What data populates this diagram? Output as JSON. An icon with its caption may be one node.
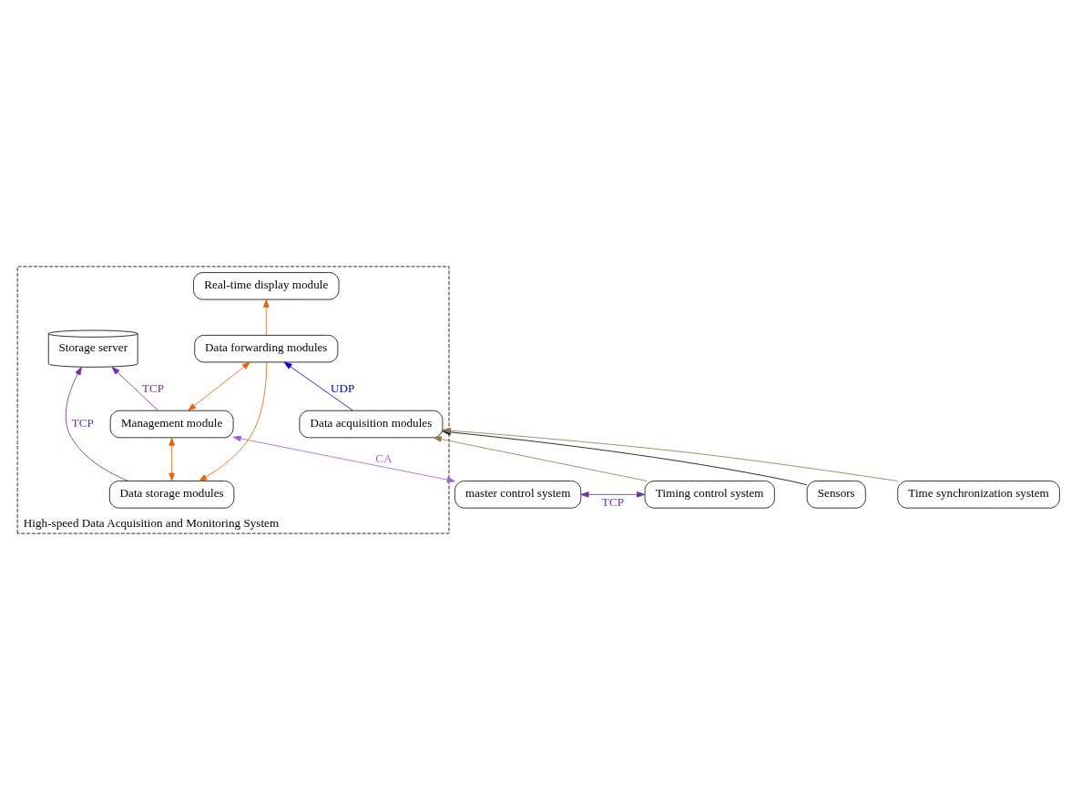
{
  "diagram": {
    "nodes": [
      {
        "text": [
          "High-speed Data Acquisition and Monitoring System"
        ]
      },
      {
        "text": [
          "Storage server"
        ],
        "in": 0
      },
      {
        "text": [
          "Real-time display module"
        ],
        "in": 0
      },
      {
        "text": [
          "Data storage modules"
        ],
        "in": 0
      },
      {
        "text": [
          "Management module"
        ],
        "in": 0
      },
      {
        "text": [
          "master control system"
        ]
      },
      {
        "text": [
          "Data forwarding modules"
        ],
        "in": 0
      },
      {
        "text": [
          "Data acquisition modules"
        ],
        "in": 0
      },
      {
        "text": [
          "Timing control system"
        ]
      },
      {
        "text": [
          "Sensors"
        ]
      },
      {
        "text": [
          "Time synchronization system"
        ]
      }
    ],
    "edges": [
      {
        "from": 3,
        "to": 1,
        "arrow": "to",
        "label": "TCP",
        "color": "#7030a0"
      },
      {
        "from": 4,
        "to": 1,
        "arrow": "to",
        "label": "TCP",
        "color": "#7030a0"
      },
      {
        "from": 3,
        "to": 4,
        "arrow": "both",
        "color": "#e8600a"
      },
      {
        "from": 4,
        "to": 5,
        "arrow": "both",
        "label": "CA",
        "color": "#9e5fd6"
      },
      {
        "from": 6,
        "to": 2,
        "arrow": "to",
        "color": "#e8600a"
      },
      {
        "from": 6,
        "to": 3,
        "arrow": "to",
        "color": "#e8600a"
      },
      {
        "from": 4,
        "to": 6,
        "arrow": "both",
        "color": "#e8600a"
      },
      {
        "from": 7,
        "to": 6,
        "arrow": "to",
        "label": "UDP",
        "color": "#0000cc"
      },
      {
        "from": 5,
        "to": 8,
        "arrow": "both",
        "label": "TCP",
        "color": "#7030a0"
      },
      {
        "from": 8,
        "to": 7,
        "arrow": "to",
        "color": "#8c7853"
      },
      {
        "from": 9,
        "to": 7,
        "arrow": "to",
        "color": "#000000"
      },
      {
        "from": 10,
        "to": 7,
        "arrow": "to",
        "color": "#8c7853"
      }
    ]
  }
}
